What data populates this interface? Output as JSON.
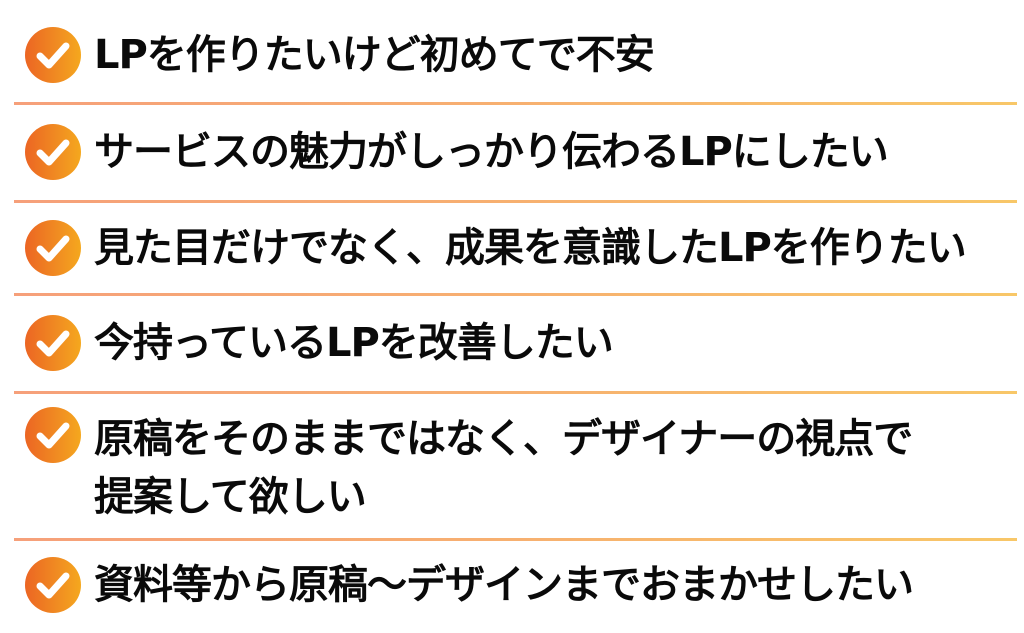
{
  "colors": {
    "check_gradient_start": "#ec6523",
    "check_gradient_end": "#f5a81e",
    "separator_start": "#f6a07a",
    "separator_end": "#f8c768",
    "text": "#0a0a0a"
  },
  "checklist": {
    "icon": "check-circle-icon",
    "items": [
      {
        "lines": [
          "LPを作りたいけど初めてで不安"
        ]
      },
      {
        "lines": [
          "サービスの魅力がしっかり伝わるLPにしたい"
        ]
      },
      {
        "lines": [
          "見た目だけでなく、成果を意識したLPを作りたい"
        ]
      },
      {
        "lines": [
          "今持っているLPを改善したい"
        ]
      },
      {
        "lines": [
          "原稿をそのままではなく、デザイナーの視点で",
          "提案して欲しい"
        ]
      },
      {
        "lines": [
          "資料等から原稿〜デザインまでおまかせしたい"
        ]
      }
    ]
  }
}
